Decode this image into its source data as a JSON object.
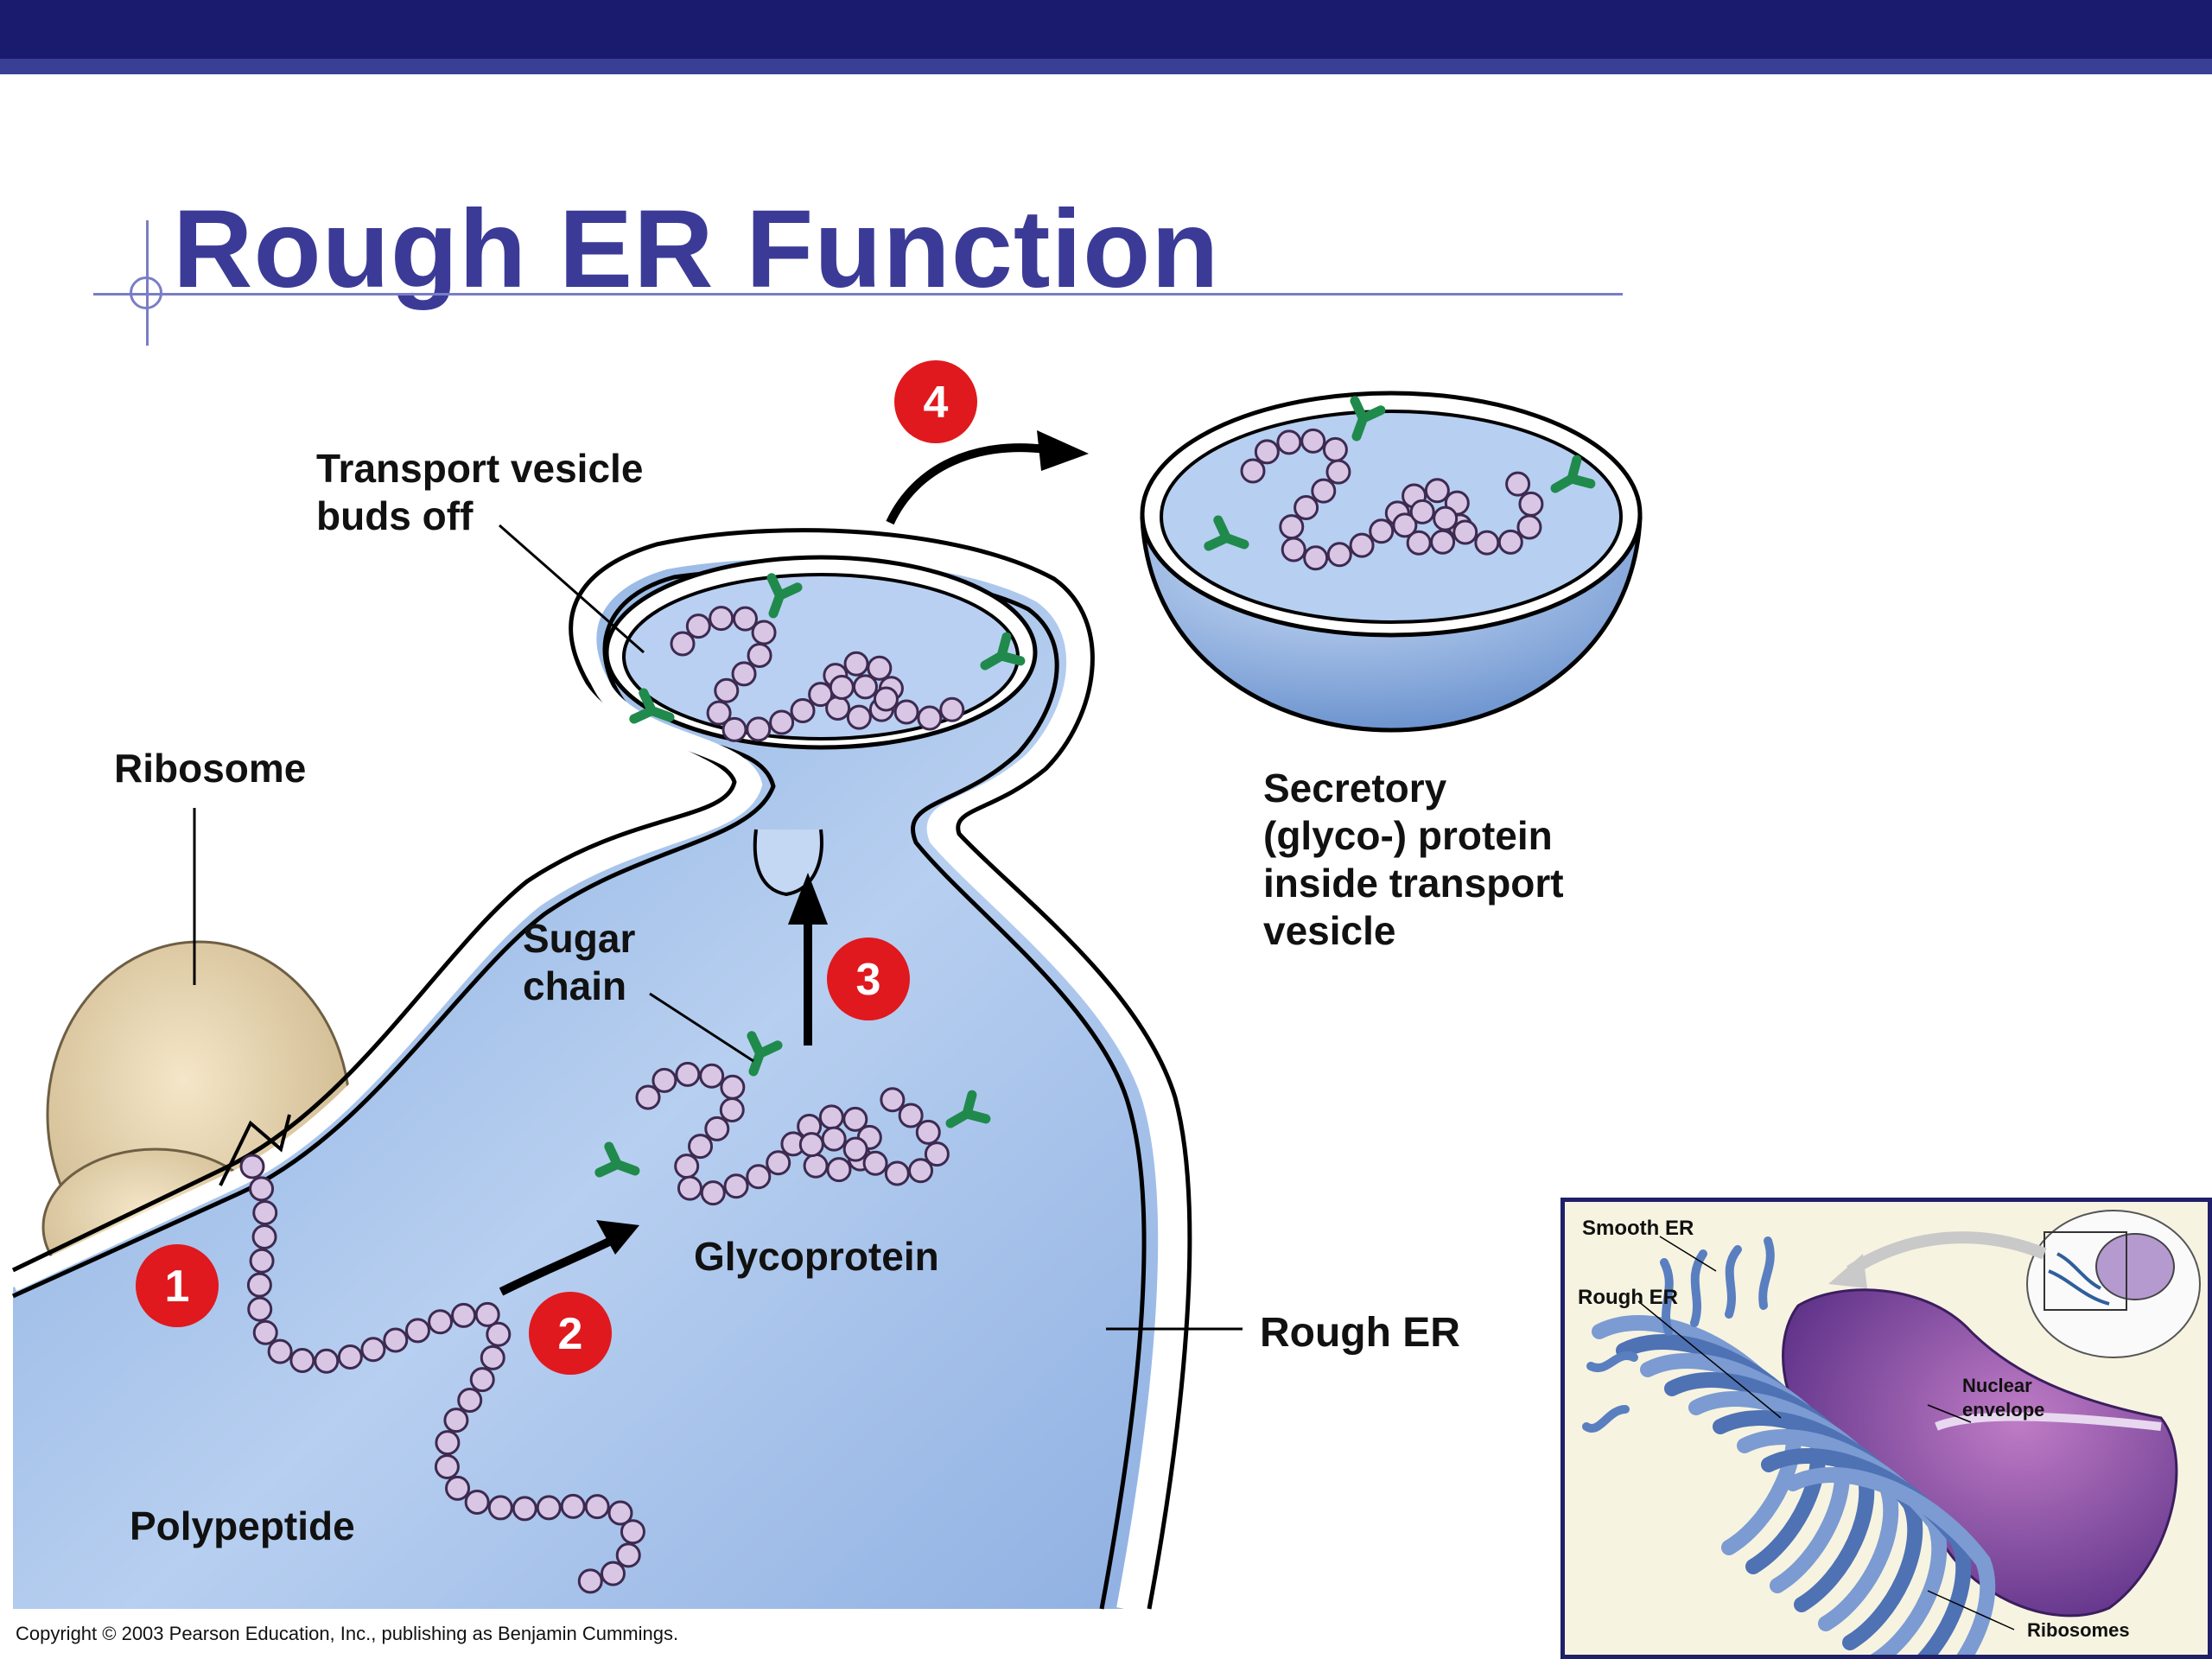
{
  "slide": {
    "title": "Rough ER Function",
    "copyright": "Copyright © 2003 Pearson Education, Inc., publishing as Benjamin Cummings."
  },
  "diagram": {
    "labels": {
      "ribosome": "Ribosome",
      "polypeptide": "Polypeptide",
      "sugar_chain_1": "Sugar",
      "sugar_chain_2": "chain",
      "glycoprotein": "Glycoprotein",
      "transport_vesicle_1": "Transport vesicle",
      "transport_vesicle_2": "buds off",
      "secretory_1": "Secretory",
      "secretory_2": "(glyco-) protein",
      "secretory_3": "inside transport",
      "secretory_4": "vesicle",
      "rough_er": "Rough ER"
    },
    "steps": [
      "1",
      "2",
      "3",
      "4"
    ]
  },
  "inset": {
    "labels": {
      "smooth_er": "Smooth ER",
      "rough_er": "Rough ER",
      "nuclear_envelope_1": "Nuclear",
      "nuclear_envelope_2": "envelope",
      "ribosomes": "Ribosomes"
    }
  },
  "colors": {
    "banner": "#1a1a6e",
    "title": "#3b3b97",
    "er_fill": "#a9c4ec",
    "step_badge": "#e0191e",
    "sugar": "#1f8a4c",
    "bead": "#d8c6e4",
    "ribosome": "#e6d3ad"
  }
}
